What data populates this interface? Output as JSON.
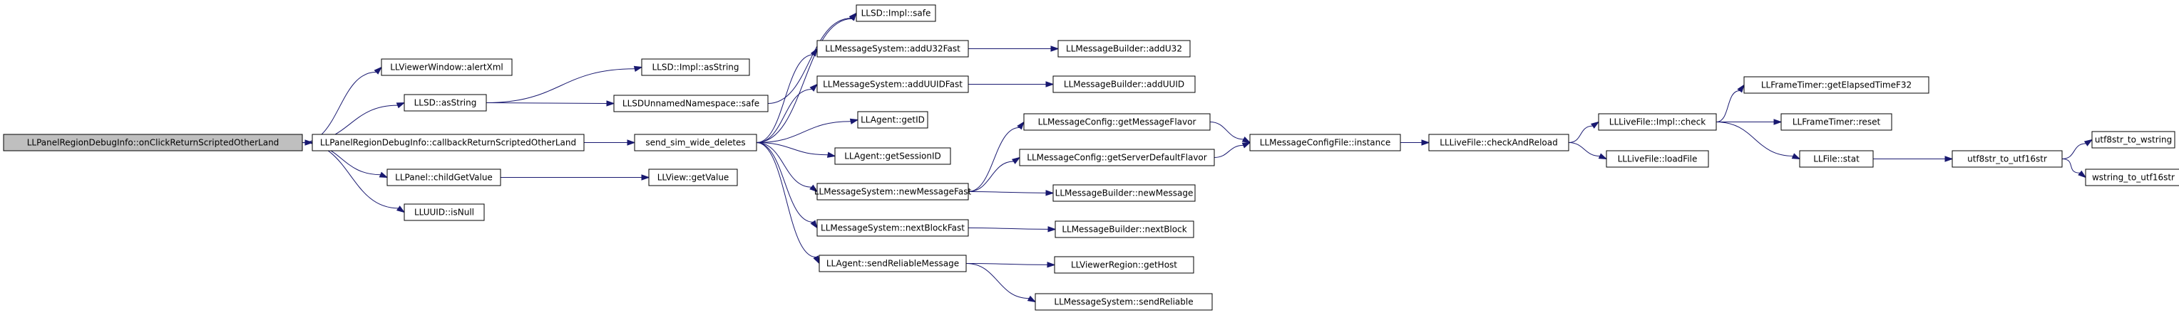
{
  "nodes": {
    "root": "LLPanelRegionDebugInfo::onClickReturnScriptedOtherLand",
    "alertXml": "LLViewerWindow::alertXml",
    "asString": "LLSD::asString",
    "implAsString": "LLSD::Impl::asString",
    "unnamedSafe": "LLSDUnnamedNamespace::safe",
    "implSafe": "LLSD::Impl::safe",
    "callback": "LLPanelRegionDebugInfo::callbackReturnScriptedOtherLand",
    "sendSim": "send_sim_wide_deletes",
    "childGetValue": "LLPanel::childGetValue",
    "getValue": "LLView::getValue",
    "isNull": "LLUUID::isNull",
    "addU32Fast": "LLMessageSystem::addU32Fast",
    "builderAddU32": "LLMessageBuilder::addU32",
    "addUUIDFast": "LLMessageSystem::addUUIDFast",
    "builderAddUUID": "LLMessageBuilder::addUUID",
    "getID": "LLAgent::getID",
    "getSessionID": "LLAgent::getSessionID",
    "newMessageFast": "LLMessageSystem::newMessageFast",
    "nextBlockFast": "LLMessageSystem::nextBlockFast",
    "sendReliableMessage": "LLAgent::sendReliableMessage",
    "getMessageFlavor": "LLMessageConfig::getMessageFlavor",
    "getServerDefaultFlavor": "LLMessageConfig::getServerDefaultFlavor",
    "builderNewMessage": "LLMessageBuilder::newMessage",
    "builderNextBlock": "LLMessageBuilder::nextBlock",
    "getHost": "LLViewerRegion::getHost",
    "sendReliable": "LLMessageSystem::sendReliable",
    "configInstance": "LLMessageConfigFile::instance",
    "checkAndReload": "LLLiveFile::checkAndReload",
    "implCheck": "LLLiveFile::Impl::check",
    "loadFile": "LLLiveFile::loadFile",
    "getElapsed": "LLFrameTimer::getElapsedTimeF32",
    "timerReset": "LLFrameTimer::reset",
    "fileStat": "LLFile::stat",
    "utf8to16": "utf8str_to_utf16str",
    "utf8toW": "utf8str_to_wstring",
    "wToUtf16": "wstring_to_utf16str"
  },
  "colors": {
    "edge": "#191970",
    "root_fill": "#bfbfbf",
    "node_fill": "#ffffff",
    "node_border": "#000000"
  }
}
